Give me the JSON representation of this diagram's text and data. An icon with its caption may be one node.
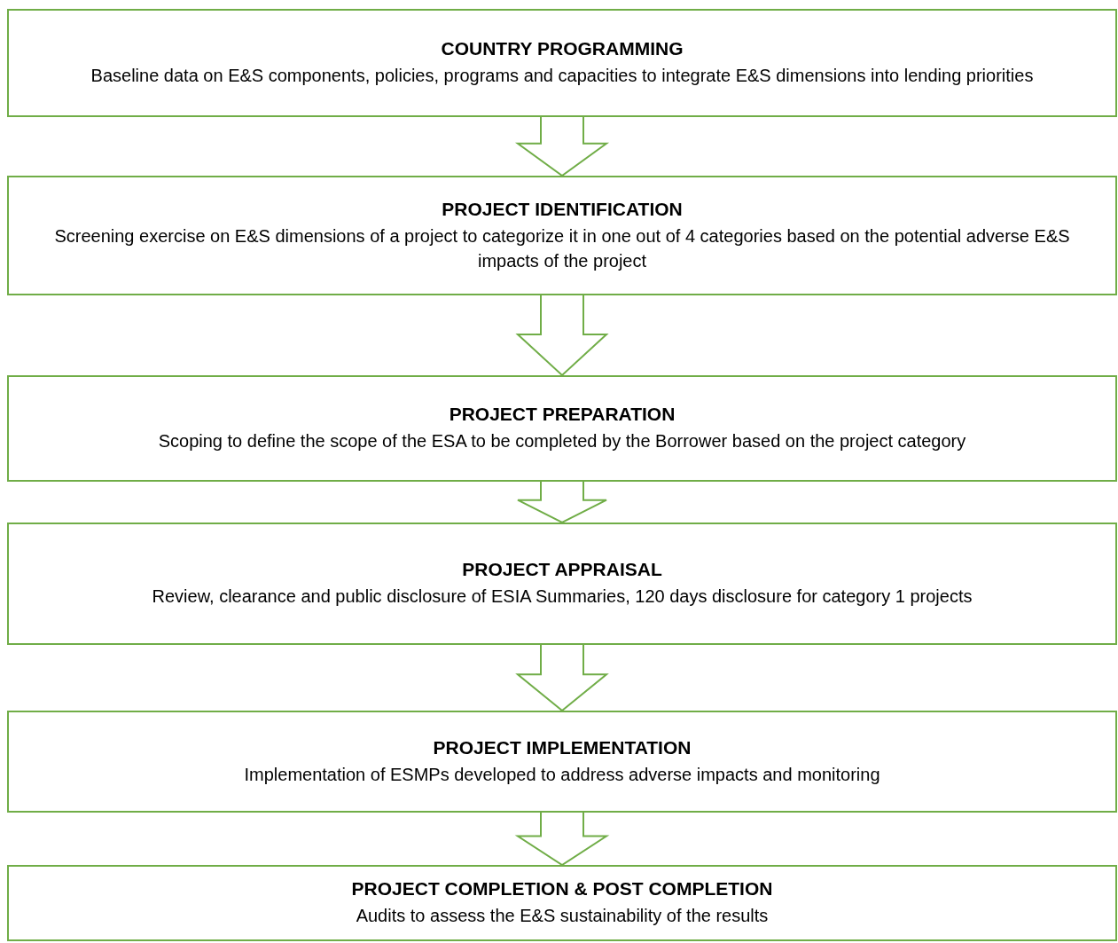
{
  "diagram": {
    "nodes": [
      {
        "text": [
          "COUNTRY PROGRAMMING",
          "Baseline data on E&S components, policies, programs and capacities to integrate E&S dimensions into lending priorities"
        ]
      },
      {
        "text": [
          "PROJECT IDENTIFICATION",
          "Screening exercise on E&S dimensions of a project to categorize it in one out of 4 categories based on the potential adverse E&S impacts of the project"
        ]
      },
      {
        "text": [
          "PROJECT PREPARATION",
          "Scoping to define the scope of the ESA to be completed by the Borrower based on the project category"
        ]
      },
      {
        "text": [
          "PROJECT APPRAISAL",
          "Review, clearance and public disclosure of ESIA Summaries, 120 days disclosure for category 1 projects"
        ]
      },
      {
        "text": [
          "PROJECT IMPLEMENTATION",
          "Implementation of ESMPs developed to address adverse impacts and monitoring"
        ]
      },
      {
        "text": [
          "PROJECT COMPLETION & POST COMPLETION",
          "Audits to assess the E&S sustainability of the results"
        ]
      }
    ],
    "edges": [
      {
        "from": 0,
        "to": 1,
        "arrow": "to"
      },
      {
        "from": 1,
        "to": 2,
        "arrow": "to"
      },
      {
        "from": 2,
        "to": 3,
        "arrow": "to"
      },
      {
        "from": 3,
        "to": 4,
        "arrow": "to"
      },
      {
        "from": 4,
        "to": 5,
        "arrow": "to"
      }
    ]
  }
}
